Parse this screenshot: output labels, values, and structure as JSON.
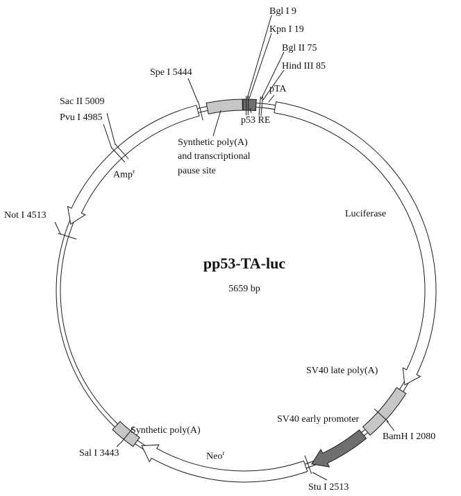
{
  "title": "pp53-TA-luc",
  "subtitle": "5659 bp",
  "sites": {
    "bgl1": "Bgl I 9",
    "kpn1": "Kpn I 19",
    "bgl2": "Bgl II 75",
    "hind3": "Hind III 85",
    "spe1": "Spe I 5444",
    "sac2": "Sac II 5009",
    "pvu1": "Pvu I 4985",
    "not1": "Not I 4513",
    "sal1": "Sal I 3443",
    "stu1": "Stu I 2513",
    "bamh1": "BamH I 2080"
  },
  "features": {
    "pta": "pTA",
    "p53re": "p53 RE",
    "synTop1": "Synthetic poly(A)",
    "synTop2": "and transcriptional",
    "synTop3": "pause site",
    "luciferase": "Luciferase",
    "svLate": "SV40 late poly(A)",
    "svEarly": "SV40 early promoter",
    "neo": "Neo",
    "neoSup": "r",
    "amp": "Amp",
    "ampSup": "r",
    "synBottom": "Synthetic poly(A)"
  },
  "colors": {
    "light": "#c6c6c6",
    "dark": "#6f6f6f",
    "outline": "#1a1a1a",
    "background": "#ffffff"
  }
}
